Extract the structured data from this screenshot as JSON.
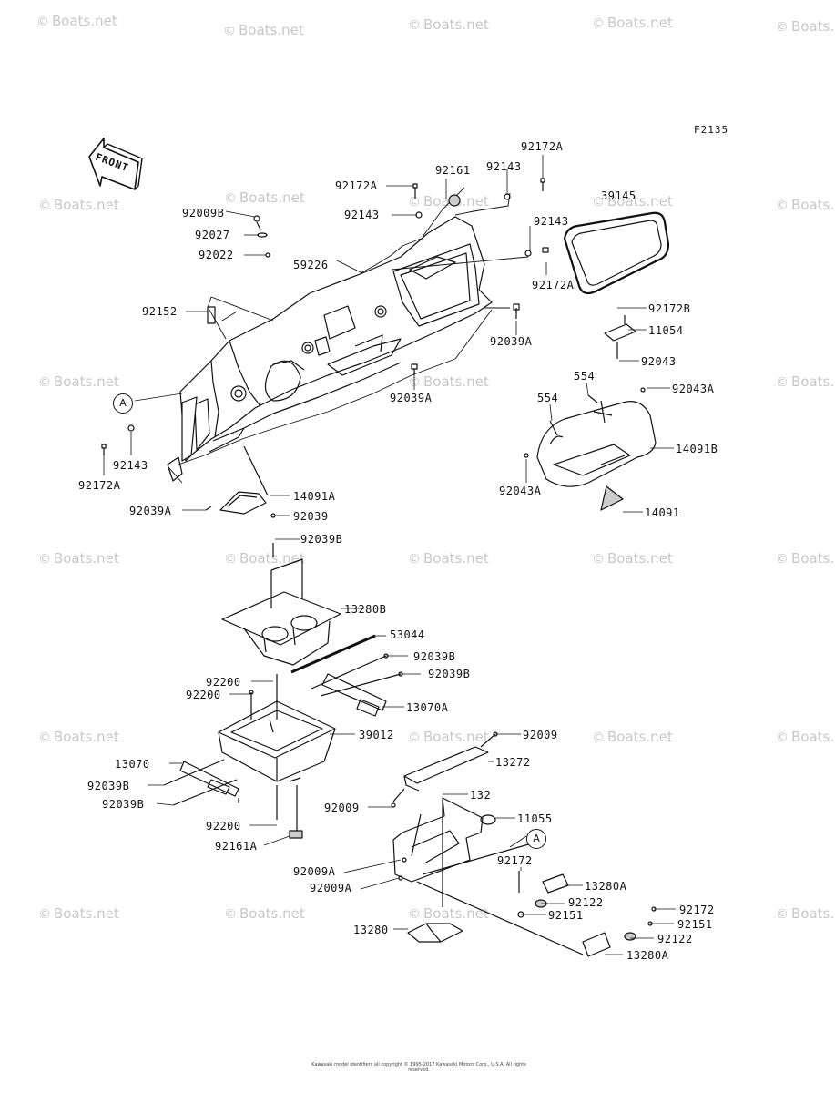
{
  "figure_id": "F2135",
  "front_label": "FRONT",
  "watermark": "Boats.net",
  "callout_ref": "A",
  "footer_text": "Kawasaki model identifiers all copyright © 1995-2017 Kawasaki Motors Corp., U.S.A. All rights reserved.",
  "part_labels": [
    {
      "id": "p-92172A-1",
      "text": "92172A"
    },
    {
      "id": "p-92161",
      "text": "92161"
    },
    {
      "id": "p-92143-1",
      "text": "92143"
    },
    {
      "id": "p-92172A-2",
      "text": "92172A"
    },
    {
      "id": "p-92143-2",
      "text": "92143"
    },
    {
      "id": "p-92009B",
      "text": "92009B"
    },
    {
      "id": "p-92027",
      "text": "92027"
    },
    {
      "id": "p-92022",
      "text": "92022"
    },
    {
      "id": "p-59226",
      "text": "59226"
    },
    {
      "id": "p-92143-3",
      "text": "92143"
    },
    {
      "id": "p-92172A-3",
      "text": "92172A"
    },
    {
      "id": "p-39145",
      "text": "39145"
    },
    {
      "id": "p-92152",
      "text": "92152"
    },
    {
      "id": "p-92039A-1",
      "text": "92039A"
    },
    {
      "id": "p-92172B",
      "text": "92172B"
    },
    {
      "id": "p-11054",
      "text": "11054"
    },
    {
      "id": "p-92043",
      "text": "92043"
    },
    {
      "id": "p-554-1",
      "text": "554"
    },
    {
      "id": "p-92043A-1",
      "text": "92043A"
    },
    {
      "id": "p-92039A-2",
      "text": "92039A"
    },
    {
      "id": "p-554-2",
      "text": "554"
    },
    {
      "id": "p-14091B",
      "text": "14091B"
    },
    {
      "id": "p-92143-4",
      "text": "92143"
    },
    {
      "id": "p-92172A-4",
      "text": "92172A"
    },
    {
      "id": "p-92043A-2",
      "text": "92043A"
    },
    {
      "id": "p-14091A",
      "text": "14091A"
    },
    {
      "id": "p-92039A-3",
      "text": "92039A"
    },
    {
      "id": "p-92039",
      "text": "92039"
    },
    {
      "id": "p-14091",
      "text": "14091"
    },
    {
      "id": "p-92039B-1",
      "text": "92039B"
    },
    {
      "id": "p-13280B",
      "text": "13280B"
    },
    {
      "id": "p-53044",
      "text": "53044"
    },
    {
      "id": "p-92039B-2",
      "text": "92039B"
    },
    {
      "id": "p-92039B-3",
      "text": "92039B"
    },
    {
      "id": "p-92200-1",
      "text": "92200"
    },
    {
      "id": "p-92200-2",
      "text": "92200"
    },
    {
      "id": "p-13070A",
      "text": "13070A"
    },
    {
      "id": "p-39012",
      "text": "39012"
    },
    {
      "id": "p-92009-1",
      "text": "92009"
    },
    {
      "id": "p-13070",
      "text": "13070"
    },
    {
      "id": "p-13272",
      "text": "13272"
    },
    {
      "id": "p-92039B-4",
      "text": "92039B"
    },
    {
      "id": "p-92039B-5",
      "text": "92039B"
    },
    {
      "id": "p-132",
      "text": "132"
    },
    {
      "id": "p-92009-2",
      "text": "92009"
    },
    {
      "id": "p-11055",
      "text": "11055"
    },
    {
      "id": "p-92200-3",
      "text": "92200"
    },
    {
      "id": "p-92161A",
      "text": "92161A"
    },
    {
      "id": "p-92172",
      "text": "92172"
    },
    {
      "id": "p-92009A-1",
      "text": "92009A"
    },
    {
      "id": "p-13280A-1",
      "text": "13280A"
    },
    {
      "id": "p-92009A-2",
      "text": "92009A"
    },
    {
      "id": "p-92122-1",
      "text": "92122"
    },
    {
      "id": "p-92151-1",
      "text": "92151"
    },
    {
      "id": "p-92172-2",
      "text": "92172"
    },
    {
      "id": "p-13280",
      "text": "13280"
    },
    {
      "id": "p-92151-2",
      "text": "92151"
    },
    {
      "id": "p-92122-2",
      "text": "92122"
    },
    {
      "id": "p-13280A-2",
      "text": "13280A"
    }
  ]
}
